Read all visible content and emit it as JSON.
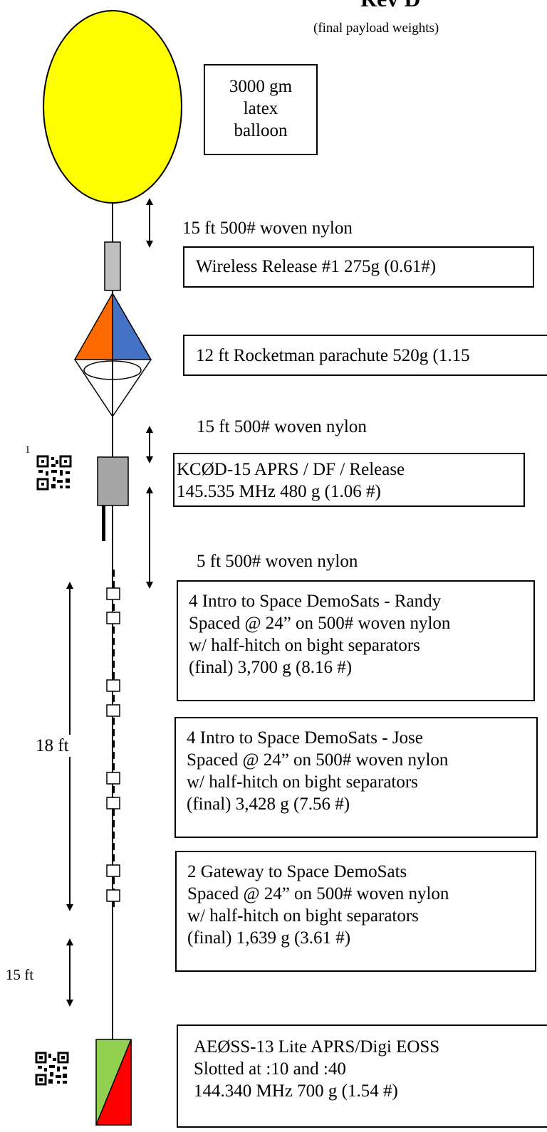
{
  "header": {
    "title": "Rev D",
    "subtitle": "(final payload weights)"
  },
  "balloon": {
    "label_lines": [
      "3000 gm",
      "latex",
      "balloon"
    ],
    "color": "#ffff00"
  },
  "tethers": {
    "t1": "15 ft 500# woven nylon",
    "t2": "15 ft 500# woven nylon",
    "t3": "5 ft 500# woven nylon"
  },
  "release1": {
    "label": "Wireless Release #1 275g (0.61#)"
  },
  "parachute": {
    "label": "12 ft Rocketman parachute 520g (1.15",
    "left_color": "#ff6a00",
    "right_color": "#4472c4"
  },
  "qr": {
    "footnote": "1"
  },
  "kc0d": {
    "lines": [
      "KCØD-15 APRS / DF / Release",
      "145.535 MHz  480 g (1.06 #)"
    ]
  },
  "demosats_randy": {
    "lines": [
      "4 Intro to Space DemoSats - Randy",
      "Spaced @ 24” on 500# woven nylon",
      "w/ half-hitch on bight separators",
      "(final) 3,700 g (8.16 #)"
    ]
  },
  "demosats_jose": {
    "lines": [
      "4 Intro to Space DemoSats - Jose",
      "Spaced @ 24” on 500# woven nylon",
      "w/ half-hitch on bight separators",
      "(final) 3,428 g (7.56 #)"
    ]
  },
  "demosats_gateway": {
    "lines": [
      "2 Gateway to Space DemoSats",
      "Spaced @ 24” on 500# woven nylon",
      "w/ half-hitch on bight separators",
      "(final) 1,639 g (3.61 #)"
    ]
  },
  "dimensions": {
    "span_18": "18 ft",
    "span_15": "15 ft"
  },
  "aeoss": {
    "lines": [
      "AEØSS-13 Lite APRS/Digi EOSS",
      "Slotted at :10 and :40",
      "144.340 MHz   700 g (1.54 #)"
    ],
    "colors": [
      "#92d050",
      "#ff0000"
    ]
  },
  "icons": [
    "qr-code-icon",
    "double-arrow-icon"
  ]
}
